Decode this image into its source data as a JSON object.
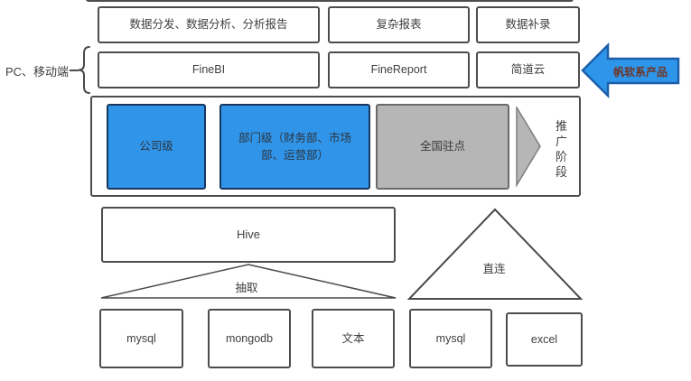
{
  "platform_label": "PC、移动端",
  "feature_row": [
    "数据分发、数据分析、分析报告",
    "复杂报表",
    "数据补录"
  ],
  "product_row": [
    "FineBI",
    "FineReport",
    "简道云"
  ],
  "arrow_badge": "帆软系产品",
  "rollout": {
    "stage_company": "公司级",
    "stage_department": "部门级（财务部、市场部、运营部）",
    "stage_national": "全国驻点",
    "axis_label": "推广阶段"
  },
  "warehouse": {
    "name": "Hive",
    "extract_label": "抽取",
    "extract_sources": [
      "mysql",
      "mongodb",
      "文本"
    ],
    "direct_label": "直连",
    "direct_sources": [
      "mysql",
      "excel"
    ]
  },
  "colors": {
    "blue_fill": "#3095e9",
    "blue_border": "#17375e",
    "gray_fill": "#b6b6b6",
    "arrow_fill": "#2e96ea",
    "arrow_border": "#1c5ea9",
    "arrow_text": "#6f3526",
    "line": "#4a4a4a"
  }
}
